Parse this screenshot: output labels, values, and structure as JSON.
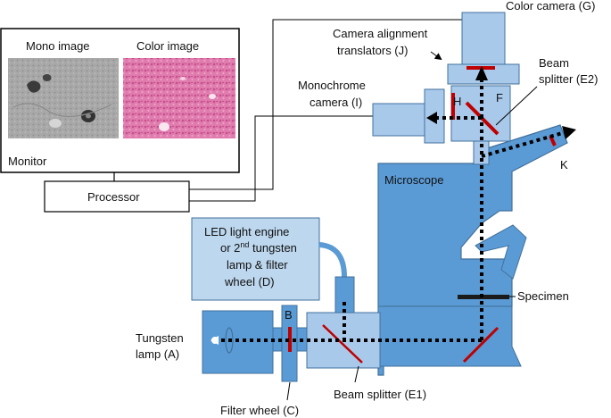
{
  "monitor": {
    "mono_title": "Mono image",
    "color_title": "Color image",
    "label": "Monitor"
  },
  "processor": {
    "label": "Processor"
  },
  "color_camera": {
    "label": "Color camera (G)"
  },
  "translators": {
    "line1": "Camera alignment",
    "line2": "translators (J)"
  },
  "beam_splitter_e2": {
    "line1": "Beam",
    "line2": "splitter (E2)"
  },
  "mono_camera": {
    "line1": "Monochrome",
    "line2": "camera (I)"
  },
  "markers": {
    "f": "F",
    "h": "H",
    "k": "K",
    "b": "B"
  },
  "microscope": {
    "label": "Microscope"
  },
  "led_box": {
    "line1": "LED light engine",
    "line2_prefix": "or 2",
    "line2_sup": "nd",
    "line2_suffix": " tungsten",
    "line3": "lamp & filter",
    "line4": "wheel (D)"
  },
  "specimen": {
    "label": "Specimen"
  },
  "tungsten_lamp": {
    "line1": "Tungsten",
    "line2": "lamp (A)"
  },
  "beam_splitter_e1": {
    "label": "Beam splitter (E1)"
  },
  "filter_wheel": {
    "label": "Filter wheel (C)"
  },
  "colors": {
    "microscope_blue": "#5b9bd5",
    "light_blue": "#a9c9eb",
    "box_blue": "#9dc3e6",
    "red": "#c00000",
    "beam": "#000000"
  }
}
